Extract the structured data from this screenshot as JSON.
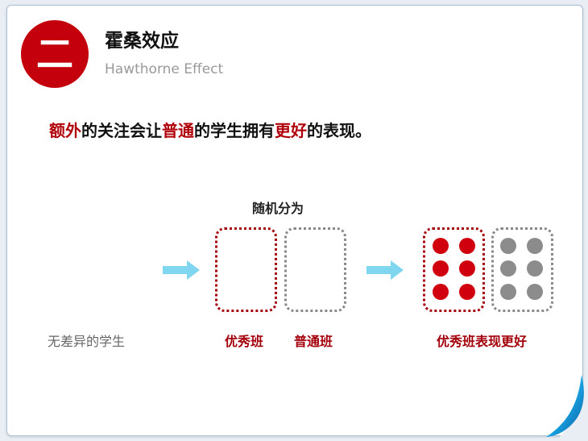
{
  "badge": {
    "text": "二"
  },
  "title": "霍桑效应",
  "subtitle": "Hawthorne Effect",
  "headline": {
    "parts": [
      {
        "text": "额外",
        "highlight": true
      },
      {
        "text": "的关注会让",
        "highlight": false
      },
      {
        "text": "普通",
        "highlight": true
      },
      {
        "text": "的学生拥有",
        "highlight": false
      },
      {
        "text": "更好",
        "highlight": true
      },
      {
        "text": "的表现。",
        "highlight": false
      }
    ]
  },
  "diagram": {
    "random_label": "随机分为",
    "undiff_label": "无差异的学生",
    "elite_label": "优秀班",
    "normal_label": "普通班",
    "result_label": "优秀班表现更好"
  },
  "colors": {
    "accent": "#c4000d",
    "arrow": "#7fd6ee",
    "gray_dot": "#8c8c8c"
  }
}
